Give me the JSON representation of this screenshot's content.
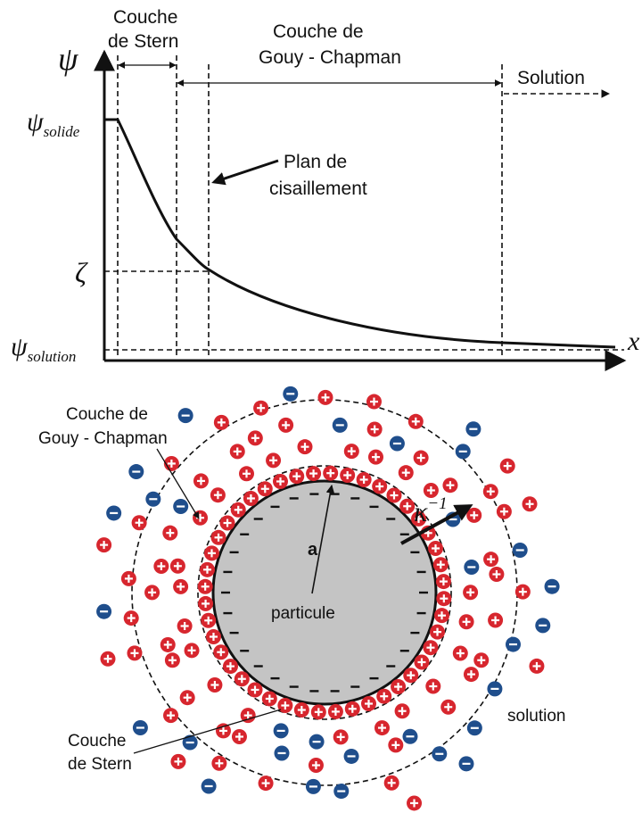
{
  "top": {
    "y_axis_symbol": "ψ",
    "x_axis_symbol": "x",
    "psi_solide": {
      "base": "ψ",
      "sub": "solide"
    },
    "zeta": "ζ",
    "psi_solution": {
      "base": "ψ",
      "sub": "solution"
    },
    "stern_label": [
      "Couche",
      "de Stern"
    ],
    "gouy_label": [
      "Couche de",
      "Gouy - Chapman"
    ],
    "solution_label": "Solution",
    "shear_label": [
      "Plan de",
      "cisaillement"
    ]
  },
  "bottom": {
    "gouy_label": [
      "Couche de",
      "Gouy - Chapman"
    ],
    "stern_label": [
      "Couche",
      "de Stern"
    ],
    "particle_label": "particule",
    "radius_label": "a",
    "kappa_label": {
      "base": "κ",
      "sup": "−1"
    },
    "solution_label": "solution",
    "colors": {
      "cation": "#d7262e",
      "anion": "#1f4e8c",
      "particle": "#c4c4c4"
    }
  }
}
